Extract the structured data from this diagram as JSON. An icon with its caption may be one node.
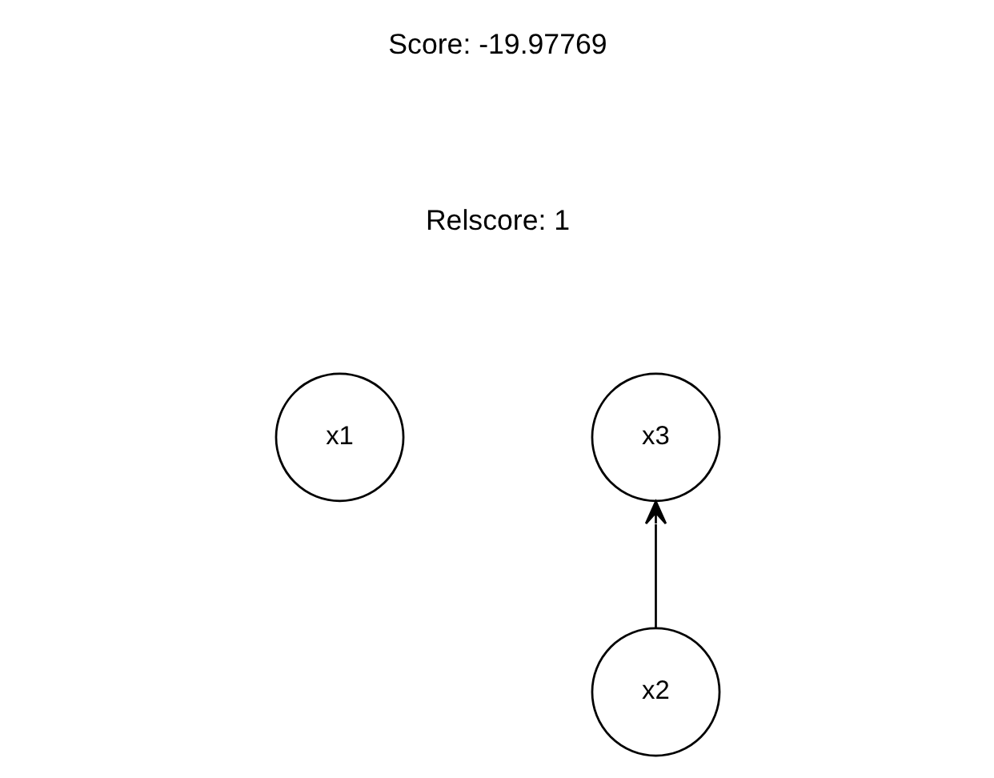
{
  "diagram": {
    "nodes": [
      {
        "text": [
          "x1"
        ]
      },
      {
        "text": [
          "x3"
        ]
      },
      {
        "text": [
          "x2"
        ]
      }
    ],
    "edges": [
      {
        "from": 2,
        "to": 1,
        "arrow": "to"
      }
    ],
    "labels": [
      "Score: -19.97769",
      "Relscore: 1"
    ]
  }
}
